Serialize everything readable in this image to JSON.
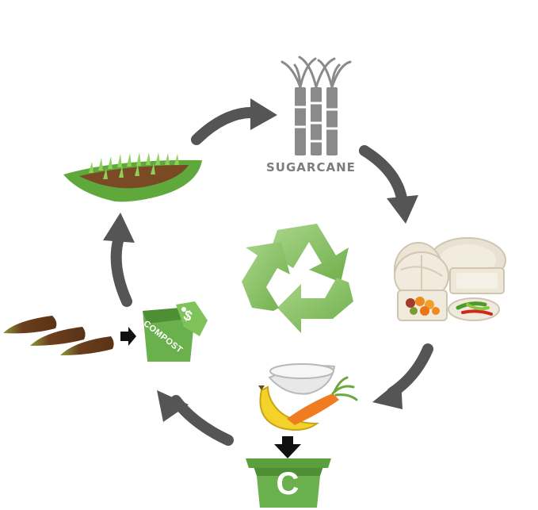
{
  "diagram": {
    "sugarcane_label": "SUGARCANE",
    "compost_label": "COMPOST",
    "compost_tag_symbol": "$",
    "bin_label": "C",
    "colors": {
      "arrow": "#555555",
      "green": "#6ab04c",
      "green_dark": "#4e8f34",
      "recycle": "#8cc26a",
      "cane": "#8a8a8a",
      "soil": "#6b3e1e"
    }
  }
}
